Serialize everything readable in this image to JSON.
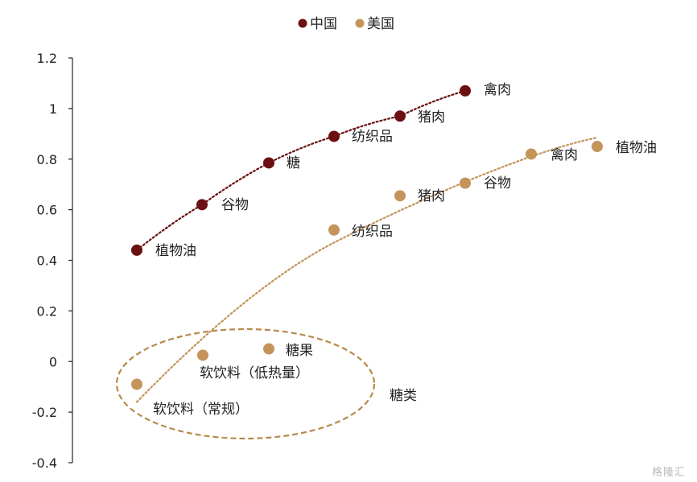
{
  "chart_data": {
    "type": "scatter",
    "ylim": [
      -0.4,
      1.2
    ],
    "yticks": [
      "1.2",
      "1",
      "0.8",
      "0.6",
      "0.4",
      "0.2",
      "0",
      "-0.2",
      "-0.4"
    ],
    "legend_position": "top-center",
    "grid": false,
    "series": [
      {
        "name": "中国",
        "color": "#6b0f10",
        "points": [
          {
            "label": "植物油",
            "order": 0,
            "y": 0.44
          },
          {
            "label": "谷物",
            "order": 1,
            "y": 0.62
          },
          {
            "label": "糖",
            "order": 2,
            "y": 0.785
          },
          {
            "label": "纺织品",
            "order": 3,
            "y": 0.89
          },
          {
            "label": "猪肉",
            "order": 4,
            "y": 0.97
          },
          {
            "label": "禽肉",
            "order": 5,
            "y": 1.07
          }
        ]
      },
      {
        "name": "美国",
        "color": "#c4945a",
        "points": [
          {
            "label": "软饮料（常规）",
            "order": 0,
            "y": -0.09
          },
          {
            "label": "软饮料（低热量）",
            "order": 1,
            "y": 0.025
          },
          {
            "label": "糖果",
            "order": 2,
            "y": 0.05
          },
          {
            "label": "纺织品",
            "order": 3,
            "y": 0.52
          },
          {
            "label": "猪肉",
            "order": 4,
            "y": 0.655
          },
          {
            "label": "谷物",
            "order": 5,
            "y": 0.705
          },
          {
            "label": "禽肉",
            "order": 6,
            "y": 0.82
          },
          {
            "label": "植物油",
            "order": 7,
            "y": 0.85
          }
        ]
      }
    ],
    "annotations": [
      {
        "text": "糖类"
      }
    ]
  },
  "watermark": "格隆汇"
}
